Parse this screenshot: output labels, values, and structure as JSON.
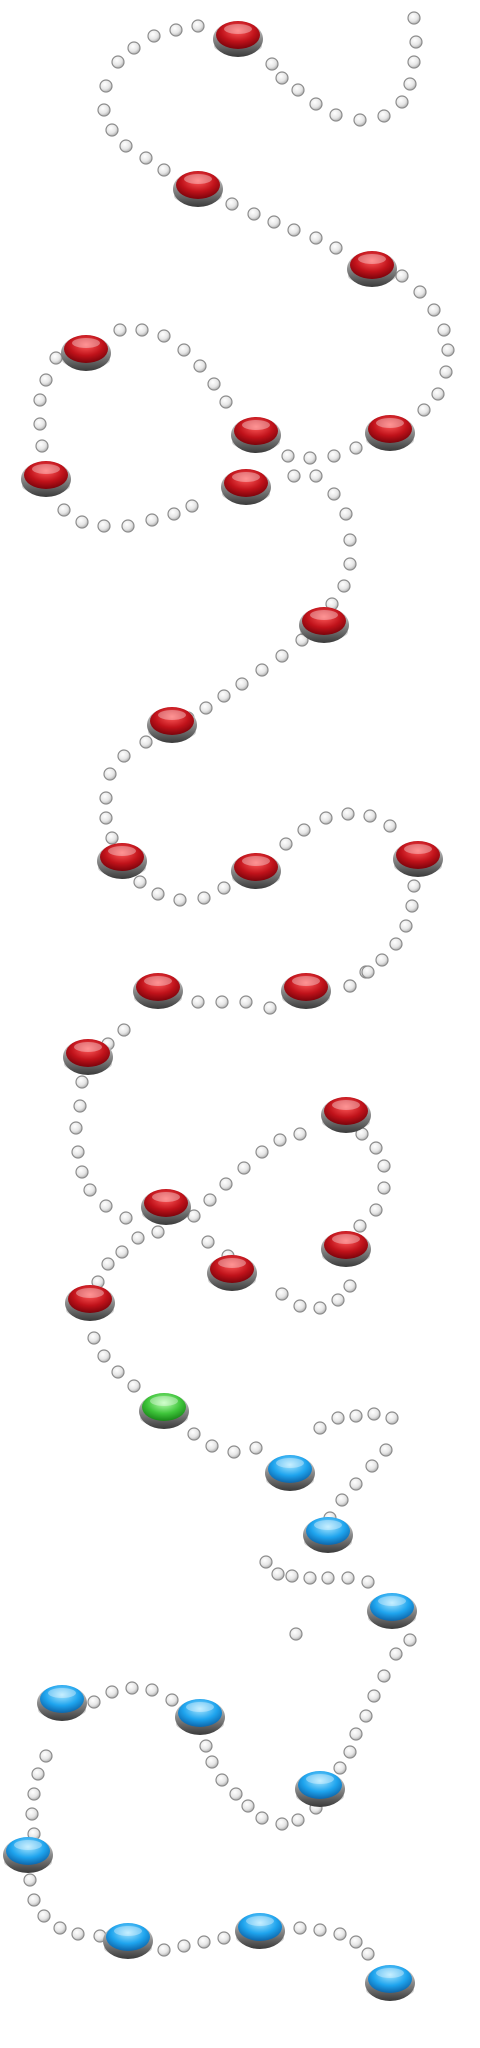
{
  "board": {
    "name": "level-path-map",
    "colors": {
      "completed": "#c0121a",
      "current": "#3ec43a",
      "locked": "#1ea4ee",
      "path_dot": "#e6e6e6",
      "background": "#ffffff"
    },
    "icons": {
      "completed": "red-level-button-icon",
      "current": "green-level-button-icon",
      "locked": "blue-level-button-icon",
      "path_dot": "path-dot-icon"
    },
    "levels": [
      {
        "status": "completed"
      },
      {
        "status": "completed"
      },
      {
        "status": "completed"
      },
      {
        "status": "completed"
      },
      {
        "status": "completed"
      },
      {
        "status": "completed"
      },
      {
        "status": "completed"
      },
      {
        "status": "completed"
      },
      {
        "status": "completed"
      },
      {
        "status": "completed"
      },
      {
        "status": "completed"
      },
      {
        "status": "completed"
      },
      {
        "status": "completed"
      },
      {
        "status": "completed"
      },
      {
        "status": "completed"
      },
      {
        "status": "completed"
      },
      {
        "status": "completed"
      },
      {
        "status": "completed"
      },
      {
        "status": "completed"
      },
      {
        "status": "completed"
      },
      {
        "status": "completed"
      },
      {
        "status": "current"
      },
      {
        "status": "locked"
      },
      {
        "status": "locked"
      },
      {
        "status": "locked"
      },
      {
        "status": "locked"
      },
      {
        "status": "locked"
      },
      {
        "status": "locked"
      },
      {
        "status": "locked"
      },
      {
        "status": "locked"
      },
      {
        "status": "locked"
      },
      {
        "status": "locked"
      }
    ]
  }
}
